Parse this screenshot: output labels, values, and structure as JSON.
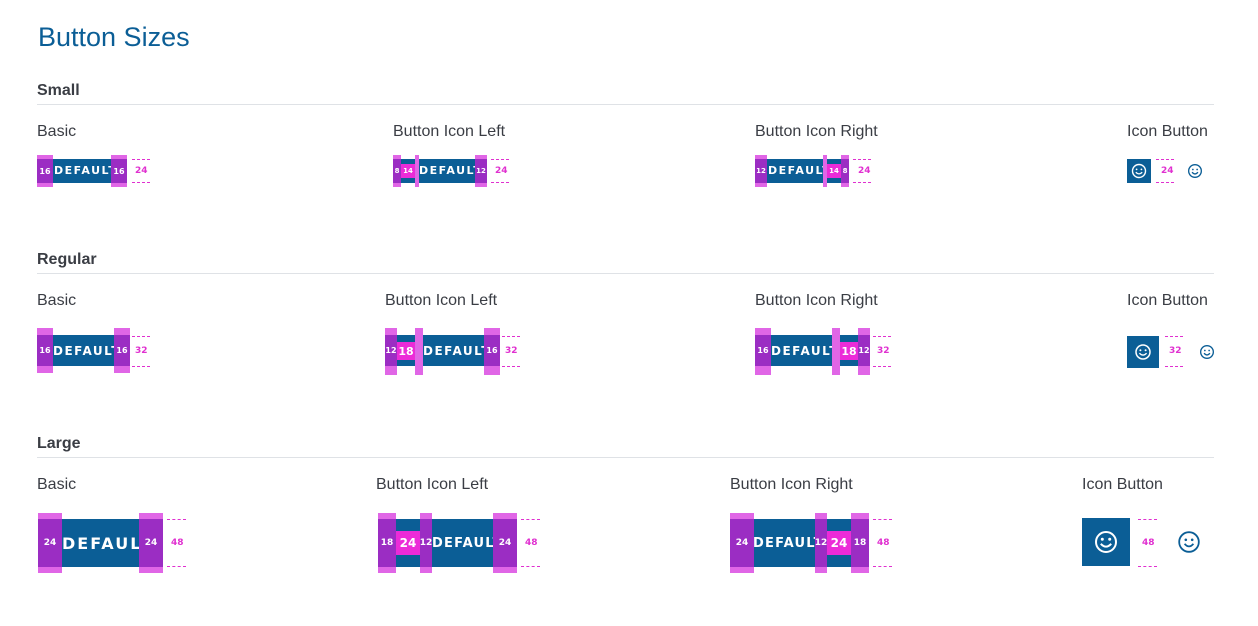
{
  "page": {
    "title": "Button Sizes"
  },
  "colors": {
    "title": "#0b5e96",
    "button": "#0b5e96",
    "padding": "#9b2dc3",
    "padding_edge": "#e066e6",
    "icon_area": "#ec2bd8",
    "measure": "#e030d0"
  },
  "common": {
    "label_basic": "Basic",
    "label_icon_left": "Button Icon Left",
    "label_icon_right": "Button Icon Right",
    "label_icon_button": "Icon Button",
    "button_text": "DEFAULT",
    "icon": "smiley-icon"
  },
  "small": {
    "title": "Small",
    "basic": {
      "pad_left": "16",
      "pad_right": "16",
      "height": "24"
    },
    "icon_left": {
      "pad_left": "8",
      "icon": "14",
      "gap": "4",
      "pad_right": "12",
      "height": "24"
    },
    "icon_right": {
      "pad_left": "12",
      "gap": "4",
      "icon": "14",
      "pad_right": "8",
      "height": "24"
    },
    "icon_button": {
      "height": "24"
    }
  },
  "regular": {
    "title": "Regular",
    "basic": {
      "pad_left": "16",
      "pad_right": "16",
      "height": "32"
    },
    "icon_left": {
      "pad_left": "12",
      "icon": "18",
      "gap": "8",
      "pad_right": "16",
      "height": "32"
    },
    "icon_right": {
      "pad_left": "16",
      "gap": "8",
      "icon": "18",
      "pad_right": "12",
      "height": "32"
    },
    "icon_button": {
      "height": "32"
    }
  },
  "large": {
    "title": "Large",
    "basic": {
      "pad_left": "24",
      "pad_right": "24",
      "height": "48"
    },
    "icon_left": {
      "pad_left": "18",
      "icon": "24",
      "gap": "12",
      "pad_right": "24",
      "height": "48"
    },
    "icon_right": {
      "pad_left": "24",
      "gap": "12",
      "icon": "24",
      "pad_right": "18",
      "height": "48"
    },
    "icon_button": {
      "height": "48"
    }
  }
}
